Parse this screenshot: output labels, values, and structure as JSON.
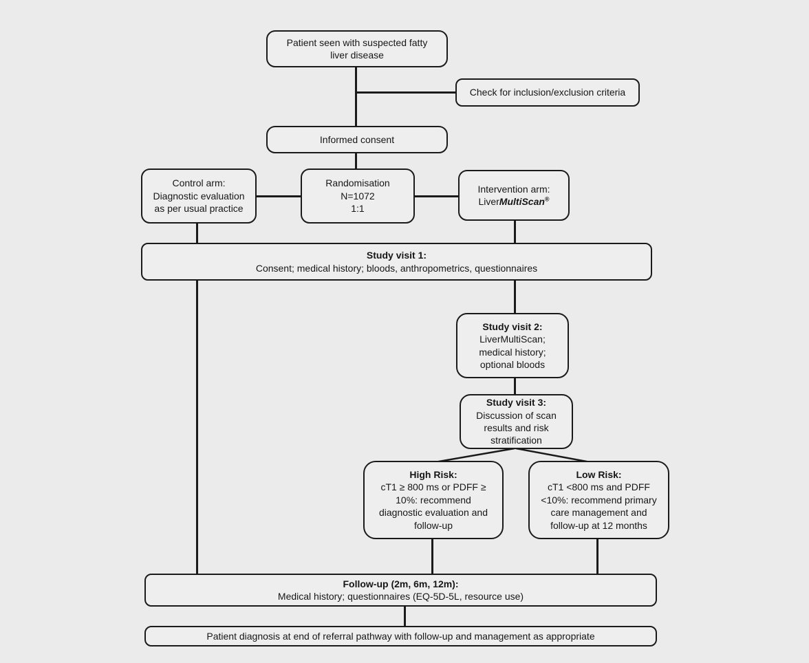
{
  "page": {
    "background_color": "#ebebeb",
    "node_fill_color": "#eeeeee",
    "line_color": "#1a1a1a",
    "text_color": "#161616"
  },
  "nodes": {
    "patient": {
      "text": "Patient seen with suspected fatty\nliver disease"
    },
    "criteria": {
      "text": "Check for inclusion/exclusion criteria"
    },
    "consent": {
      "text": "Informed consent"
    },
    "control": {
      "text": "Control arm:\nDiagnostic evaluation\nas per usual practice"
    },
    "randomisation": {
      "text": "Randomisation\nN=1072\n1:1"
    },
    "intervention": {
      "line1": "Intervention arm:",
      "brand_prefix": "Liver",
      "brand_italic": "MultiScan",
      "brand_mark": "®"
    },
    "visit1": {
      "title": "Study visit 1:",
      "body": "Consent; medical history; bloods, anthropometrics, questionnaires"
    },
    "visit2": {
      "title": "Study visit 2:",
      "body": "LiverMultiScan;\nmedical history;\noptional bloods"
    },
    "visit3": {
      "title": "Study visit 3:",
      "body": "Discussion of scan\nresults and risk\nstratification"
    },
    "high_risk": {
      "title": "High Risk:",
      "body": "cT1 ≥ 800 ms or PDFF ≥\n10%: recommend\ndiagnostic evaluation and\nfollow-up"
    },
    "low_risk": {
      "title": "Low Risk:",
      "body": "cT1 <800 ms and PDFF\n<10%: recommend primary\ncare management and\nfollow-up at 12 months"
    },
    "followup": {
      "title": "Follow-up (2m, 6m, 12m):",
      "body": "Medical history; questionnaires (EQ-5D-5L, resource use)"
    },
    "diagnosis": {
      "text": "Patient diagnosis at end of referral pathway with follow-up and management as appropriate"
    }
  }
}
